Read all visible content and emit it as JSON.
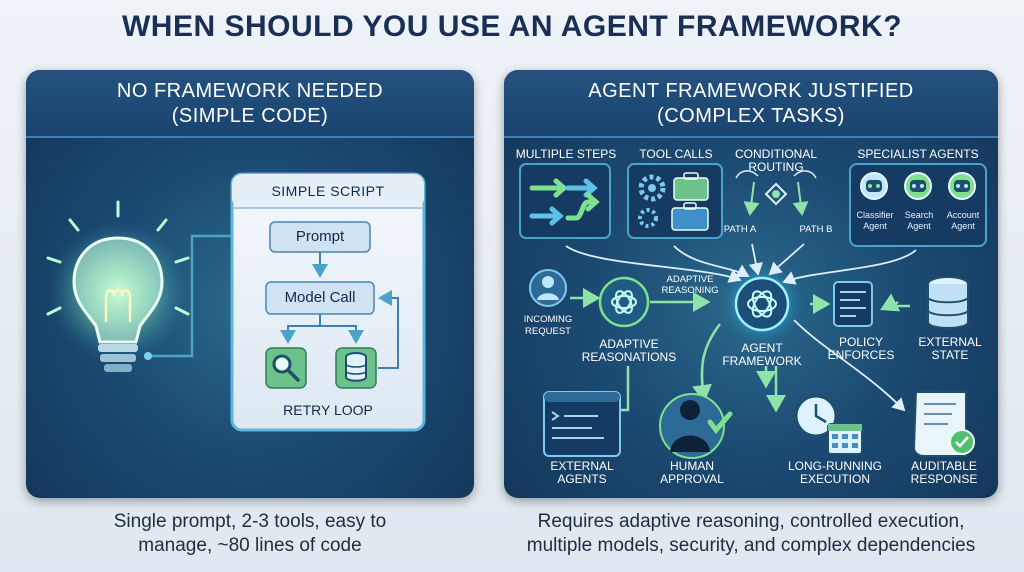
{
  "title": "WHEN SHOULD YOU USE AN AGENT FRAMEWORK?",
  "left_panel": {
    "title_line1": "NO FRAMEWORK NEEDED",
    "title_line2": "(SIMPLE CODE)",
    "script_title": "SIMPLE SCRIPT",
    "prompt": "Prompt",
    "model_call": "Model Call",
    "retry_loop": "RETRY LOOP",
    "caption_line1": "Single prompt, 2-3 tools, easy to",
    "caption_line2": "manage, ~80 lines of code"
  },
  "right_panel": {
    "title_line1": "AGENT FRAMEWORK JUSTIFIED",
    "title_line2": "(COMPLEX TASKS)",
    "multiple_steps": "MULTIPLE STEPS",
    "tool_calls": "TOOL CALLS",
    "conditional_line1": "CONDITIONAL",
    "conditional_line2": "ROUTING",
    "path_a": "PATH A",
    "path_b": "PATH B",
    "specialist_agents": "SPECIALIST AGENTS",
    "agent1_line1": "Classifier",
    "agent1_line2": "Agent",
    "agent2_line1": "Search",
    "agent2_line2": "Agent",
    "agent3_line1": "Account",
    "agent3_line2": "Agent",
    "adaptive_line1": "ADAPTIVE",
    "adaptive_line2": "REASONING",
    "incoming_line1": "INCOMING",
    "incoming_line2": "REQUEST",
    "reasonations_line1": "ADAPTIVE",
    "reasonations_line2": "REASONATIONS",
    "framework_line1": "AGENT",
    "framework_line2": "FRAMEWORK",
    "policy_line1": "POLICY",
    "policy_line2": "ENFORCES",
    "state_line1": "EXTERNAL",
    "state_line2": "STATE",
    "ext_agents_line1": "EXTERNAL",
    "ext_agents_line2": "AGENTS",
    "human_line1": "HUMAN",
    "human_line2": "APPROVAL",
    "longrun_line1": "LONG-RUNNING",
    "longrun_line2": "EXECUTION",
    "audit_line1": "AUDITABLE",
    "audit_line2": "RESPONSE",
    "caption_line1": "Requires adaptive reasoning, controlled execution,",
    "caption_line2": "multiple models, security, and complex dependencies"
  }
}
